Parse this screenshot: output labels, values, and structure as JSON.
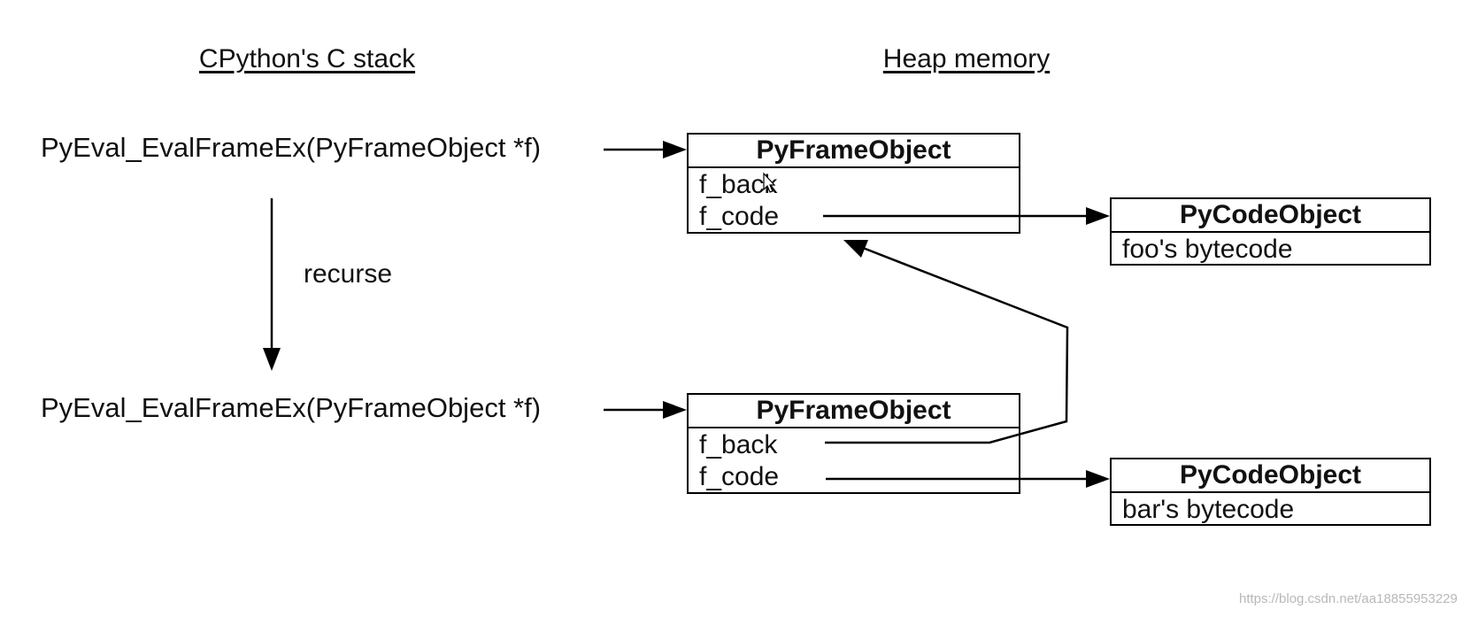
{
  "headings": {
    "left": "CPython's C stack",
    "right": "Heap memory"
  },
  "stack": {
    "call_top": "PyEval_EvalFrameEx(PyFrameObject *f)",
    "call_bottom": "PyEval_EvalFrameEx(PyFrameObject *f)",
    "recurse_label": "recurse"
  },
  "frames": [
    {
      "title": "PyFrameObject",
      "fields": [
        "f_back",
        "f_code"
      ]
    },
    {
      "title": "PyFrameObject",
      "fields": [
        "f_back",
        "f_code"
      ]
    }
  ],
  "code_objects": [
    {
      "title": "PyCodeObject",
      "body": "foo's bytecode"
    },
    {
      "title": "PyCodeObject",
      "body": "bar's bytecode"
    }
  ],
  "watermark": "https://blog.csdn.net/aa18855953229"
}
